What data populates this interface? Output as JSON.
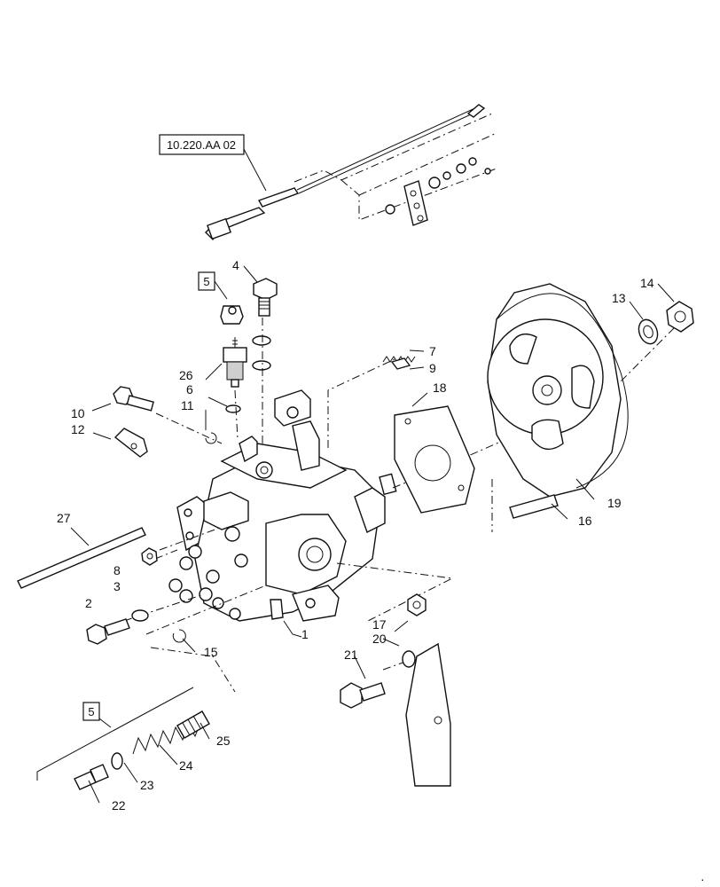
{
  "reference_box": "10.220.AA 02",
  "kit_box_top": "5",
  "kit_box_bottom": "5",
  "callouts": [
    "1",
    "2",
    "3",
    "4",
    "6",
    "7",
    "8",
    "9",
    "10",
    "11",
    "12",
    "13",
    "14",
    "15",
    "16",
    "17",
    "18",
    "19",
    "20",
    "21",
    "22",
    "23",
    "24",
    "25",
    "26",
    "27"
  ]
}
